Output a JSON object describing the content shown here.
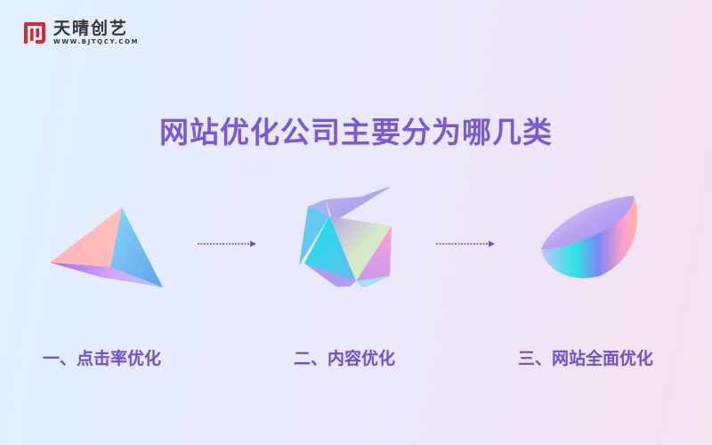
{
  "brand": {
    "name_cn": "天晴创艺",
    "url": "WWW.BJTQCY.COM",
    "logo_color": "#e0262a"
  },
  "header": {
    "title": "网站优化公司主要分为哪几类"
  },
  "steps": [
    {
      "label": "一、点击率优化",
      "icon": "pyramid-shape"
    },
    {
      "label": "二、内容优化",
      "icon": "icosahedron-shape"
    },
    {
      "label": "三、网站全面优化",
      "icon": "hemisphere-shape"
    }
  ],
  "colors": {
    "title": "#7a58d8",
    "label": "#6f4fcf",
    "arrow": "#6a4fd0"
  }
}
